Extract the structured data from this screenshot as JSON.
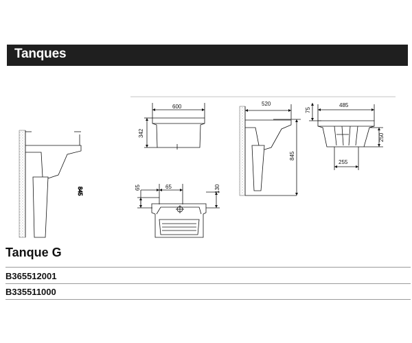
{
  "header": {
    "title": "Tanques"
  },
  "drawings": {
    "front": {
      "width": "600",
      "height": "342"
    },
    "top": {
      "left_offset": "65",
      "drain_offset": "65",
      "depth": "130"
    },
    "side": {
      "depth": "520",
      "height": "845"
    },
    "bracket": {
      "top": "75",
      "width": "485",
      "height": "250",
      "span": "255"
    },
    "partial": {
      "label": "845"
    }
  },
  "product": {
    "name": "Tanque G",
    "codes": [
      "B365512001",
      "B335511000"
    ]
  }
}
